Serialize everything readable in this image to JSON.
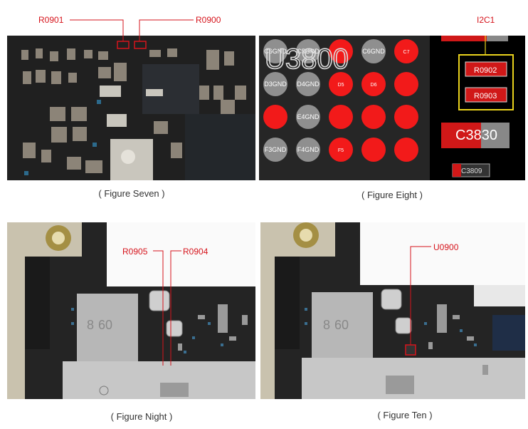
{
  "figures": [
    {
      "caption": "( Figure Seven )",
      "labels": [
        "R0901",
        "R0900"
      ]
    },
    {
      "caption": "( Figure Eight )",
      "labels": [
        "I2C1",
        "U3800",
        "C3830",
        "C3809",
        "R0902",
        "R0903"
      ],
      "pads": [
        {
          "text": "C6GND",
          "color": "gray"
        },
        {
          "text": "C5GND",
          "color": "gray"
        },
        {
          "text": "",
          "color": "red"
        },
        {
          "text": "C6GND",
          "color": "gray"
        },
        {
          "text": "C7",
          "color": "red"
        },
        {
          "text": "D3GND",
          "color": "gray"
        },
        {
          "text": "D4GND",
          "color": "gray"
        },
        {
          "text": "D5",
          "color": "red"
        },
        {
          "text": "D6",
          "color": "red"
        },
        {
          "text": "",
          "color": "red"
        },
        {
          "text": "",
          "color": "red"
        },
        {
          "text": "E4GND",
          "color": "gray"
        },
        {
          "text": "",
          "color": "red"
        },
        {
          "text": "",
          "color": "red"
        },
        {
          "text": "",
          "color": "red"
        },
        {
          "text": "F3GND",
          "color": "gray"
        },
        {
          "text": "F4GND",
          "color": "gray"
        },
        {
          "text": "F5",
          "color": "red"
        },
        {
          "text": "",
          "color": "red"
        },
        {
          "text": "",
          "color": "red"
        }
      ]
    },
    {
      "caption": "( Figure Night )",
      "labels": [
        "R0905",
        "R0904"
      ]
    },
    {
      "caption": "( Figure Ten )",
      "labels": [
        "U0900"
      ]
    }
  ],
  "colors": {
    "callout": "#d6141c",
    "highlight": "#e9d21c",
    "board": "#1c1c1c"
  }
}
